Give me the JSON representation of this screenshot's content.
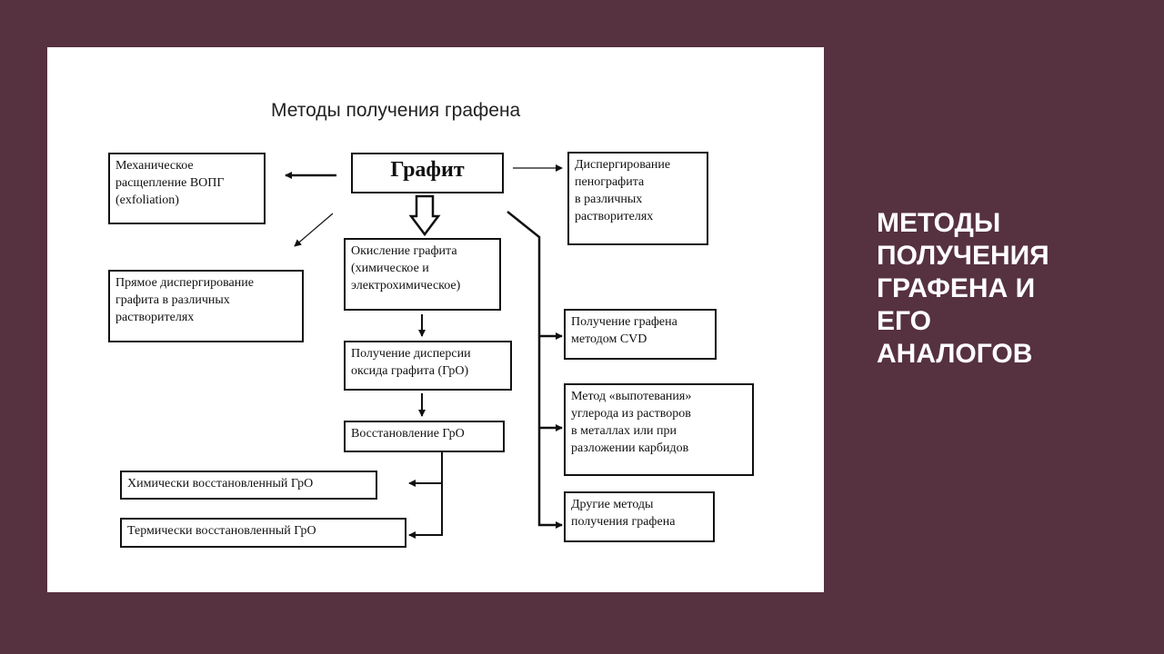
{
  "diagram": {
    "title": "Методы получения графена",
    "graphite": "Графит",
    "mechanical": "Механическое\nрасщепление ВОПГ\n(exfoliation)",
    "direct_dispersion": "Прямое диспергирование\nграфита в различных\nрастворителях",
    "foam_dispersion": "Диспергирование\nпенографита\nв различных\nрастворителях",
    "oxidation": "Окисление графита\n(химическое и\nэлектрохимическое)",
    "go_dispersion": "Получение дисперсии\nоксида графита (ГрО)",
    "go_reduction": "Восстановление ГрО",
    "chem_reduced": "Химически восстановленный ГрО",
    "thermal_reduced": "Термически восстановленный ГрО",
    "cvd": "Получение графена\nметодом CVD",
    "sweating": "Метод «выпотевания»\nуглерода из растворов\nв металлах или при\nразложении карбидов",
    "other": "Другие методы\nполучения графена"
  },
  "slide": {
    "heading": "МЕТОДЫ\nПОЛУЧЕНИЯ\nГРАФЕНА И\nЕГО\nАНАЛОГОВ"
  },
  "colors": {
    "background": "#563140",
    "panel": "#ffffff"
  }
}
